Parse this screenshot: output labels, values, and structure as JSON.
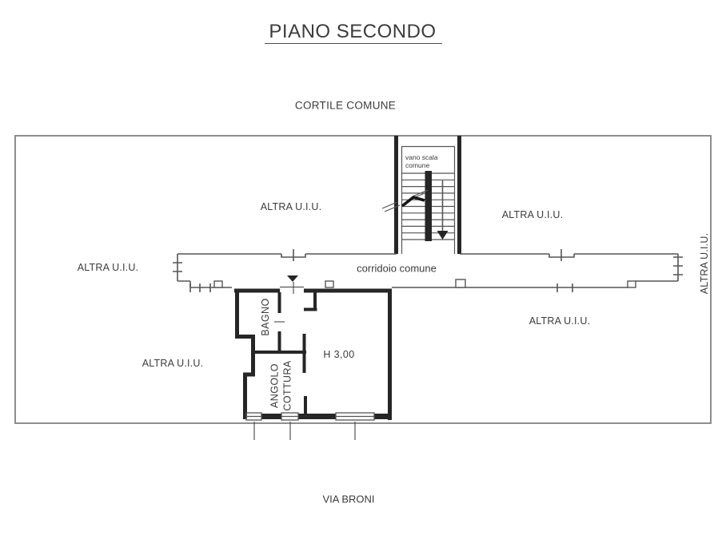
{
  "colors": {
    "wall": "#262626",
    "thin_line": "#555555",
    "outer_boundary_line": "#7a7a7a",
    "text": "#3c3c3c",
    "background": "#ffffff"
  },
  "title": {
    "text": "PIANO SECONDO"
  },
  "captions": {
    "courtyard": "CORTILE COMUNE",
    "street": "VIA BRONI"
  },
  "areas": {
    "other_unit": "ALTRA U.I.U.",
    "corridor": "corridoio comune",
    "stairwell_line1": "vano scala",
    "stairwell_line2": "comune",
    "bathroom": "BAGNO",
    "kitchenette_line1": "ANGOLO",
    "kitchenette_line2": "COTTURA",
    "room_height": "H 3,00"
  }
}
